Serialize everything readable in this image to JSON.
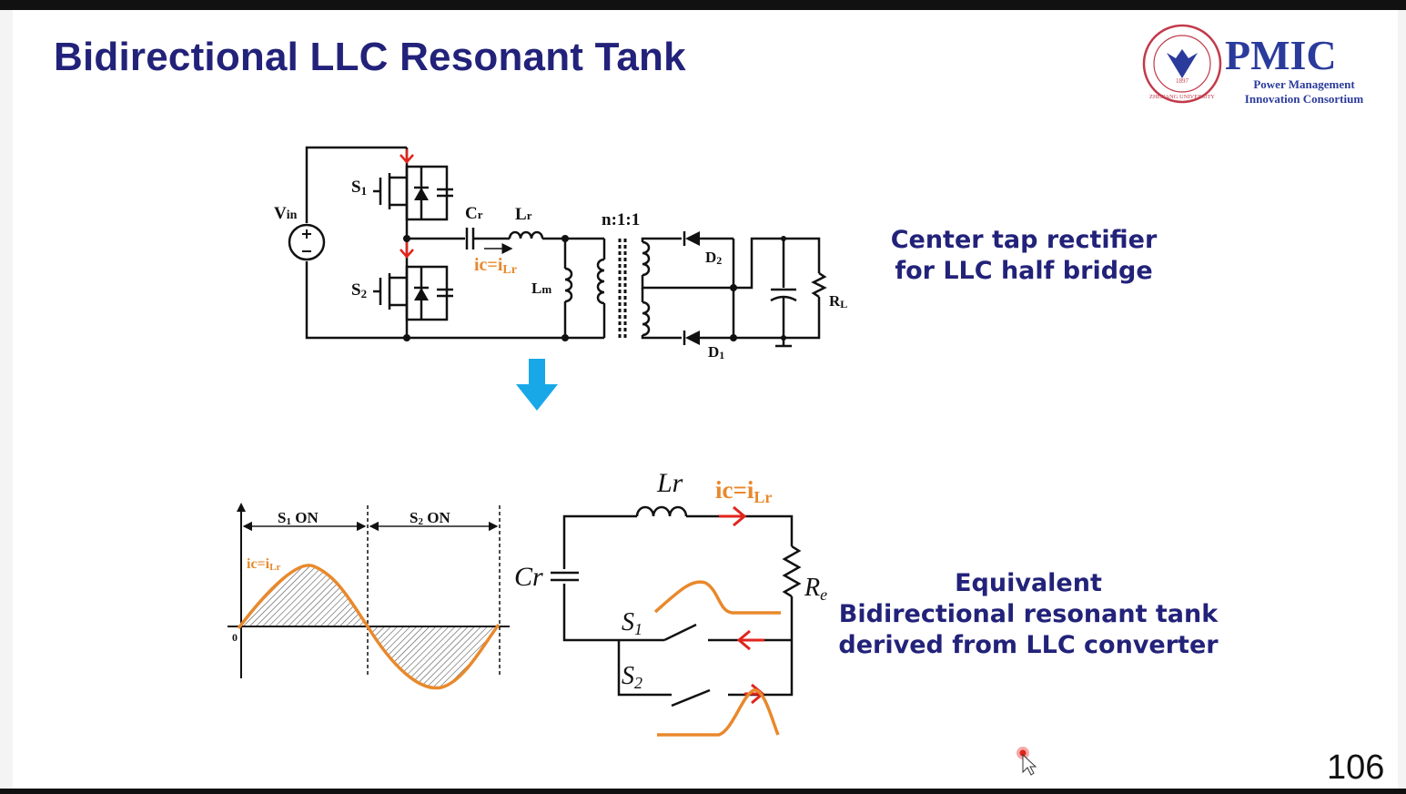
{
  "slide": {
    "title": "Bidirectional LLC Resonant Tank",
    "page_number": "106"
  },
  "logo": {
    "acronym": "PMIC",
    "line1": "Power Management",
    "line2": "Innovation Consortium",
    "seal_text": "ZHEJIANG UNIVERSITY",
    "seal_year": "1897"
  },
  "captions": {
    "top": [
      "Center tap rectifier",
      "for LLC half bridge"
    ],
    "bottom": [
      "Equivalent",
      "Bidirectional resonant tank",
      "derived from  LLC converter"
    ]
  },
  "circuit_labels": {
    "vin": "V",
    "vin_sub": "in",
    "s1": "S",
    "s1_sub": "1",
    "s2": "S",
    "s2_sub": "2",
    "cr": "C",
    "cr_sub": "r",
    "lr": "L",
    "lr_sub": "r",
    "lm": "L",
    "lm_sub": "m",
    "ratio": "n:1:1",
    "d1": "D",
    "d1_sub": "1",
    "d2": "D",
    "d2_sub": "2",
    "rl": "R",
    "rl_sub": "L",
    "current": "ic=i",
    "current_sub": "Lr"
  },
  "waveform_labels": {
    "s1_on": "S",
    "s1_on_sub": "1",
    "s1_on_suffix": " ON",
    "s2_on": "S",
    "s2_on_sub": "2",
    "s2_on_suffix": " ON",
    "current": "ic=i",
    "current_sub": "Lr",
    "origin": "0"
  },
  "equivalent_labels": {
    "lr": "Lr",
    "cr": "Cr",
    "re": "R",
    "re_sub": "e",
    "s1": "S",
    "s1_sub": "1",
    "s2": "S",
    "s2_sub": "2",
    "current": "ic=i",
    "current_sub": "Lr"
  },
  "colors": {
    "title": "#22227a",
    "caption": "#22227a",
    "current_orange": "#e8892c",
    "arrow_red": "#e0241c",
    "down_arrow": "#18a8e8",
    "logo_blue": "#2b3b9c",
    "seal_red": "#c23a4a"
  }
}
